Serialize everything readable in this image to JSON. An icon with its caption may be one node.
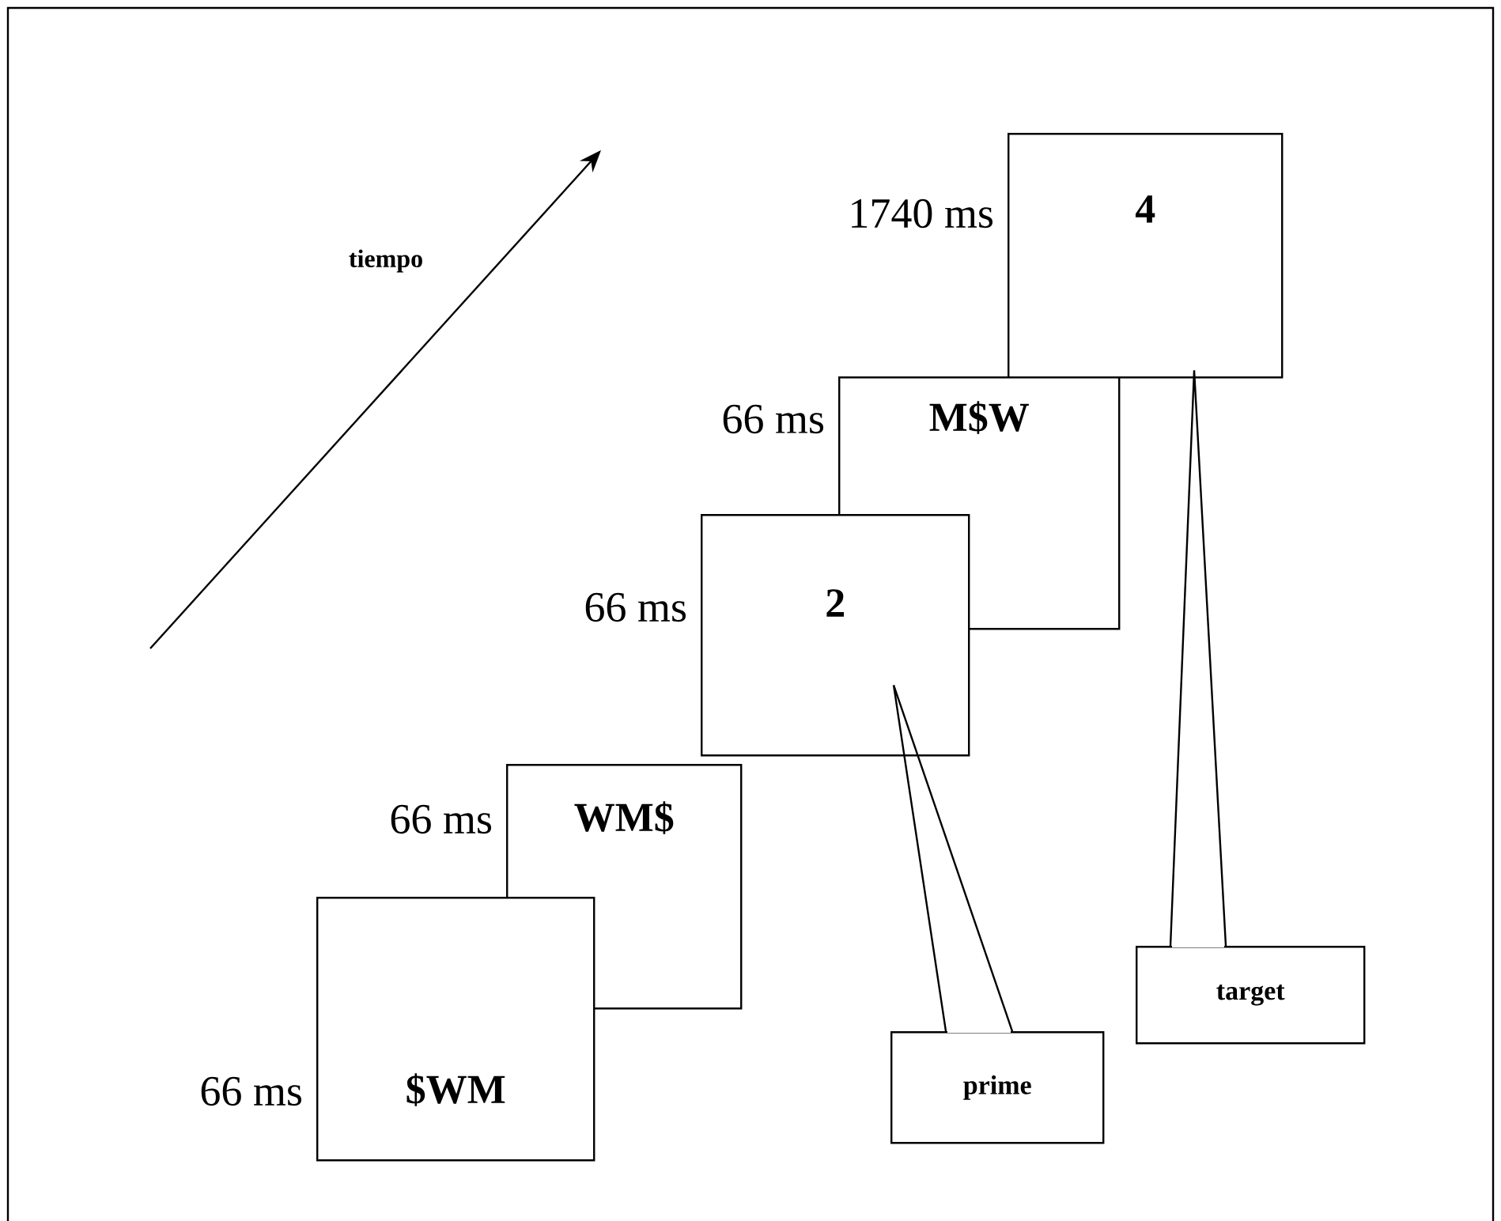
{
  "diagram": {
    "nodes": [
      {
        "text": [
          "4"
        ],
        "beside": [
          "1740 ms"
        ]
      },
      {
        "text": [
          "M$W"
        ],
        "beside": [
          "66 ms"
        ]
      },
      {
        "text": [
          "2"
        ],
        "beside": [
          "66 ms"
        ]
      },
      {
        "text": [
          "WM$"
        ],
        "beside": [
          "66 ms"
        ]
      },
      {
        "text": [
          "$WM"
        ],
        "beside": [
          "66 ms"
        ]
      },
      {
        "text": [
          "target"
        ]
      },
      {
        "text": [
          "prime"
        ]
      }
    ],
    "edges": [
      {
        "from": 5,
        "to": 0,
        "arrow": "none"
      },
      {
        "from": 6,
        "to": 2,
        "arrow": "none"
      }
    ],
    "labels": [
      "tiempo"
    ]
  }
}
